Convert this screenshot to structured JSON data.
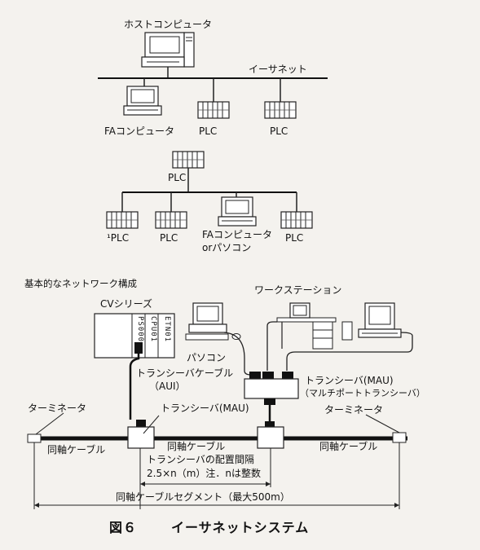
{
  "top": {
    "host": "ホストコンピュータ",
    "ethernet": "イーサネット",
    "fa_computer": "FAコンピュータ",
    "plc_a": "PLC",
    "plc_b": "PLC",
    "plc_sub": "PLC",
    "plc_b1": "¹PLC",
    "plc_b2": "PLC",
    "fa_or_line1": "FAコンピュータ",
    "fa_or_line2": "orパソコン",
    "plc_b4": "PLC"
  },
  "bottom": {
    "section_title": "基本的なネットワーク構成",
    "cv_series": "CVシリーズ",
    "module_labels": [
      "PS000",
      "CPU01",
      "ETN01"
    ],
    "workstation": "ワークステーション",
    "pasokon": "パソコン",
    "aui_cable": "トランシーバケーブル",
    "aui": "（AUI）",
    "mau_multi_line1": "トランシーバ(MAU)",
    "mau_multi_line2": "（マルチポートトランシーバ）",
    "terminator_left": "ターミネータ",
    "terminator_right": "ターミネータ",
    "transceiver_mau": "トランシーバ(MAU)",
    "coax_left": "同軸ケーブル",
    "coax_mid": "同軸ケーブル",
    "coax_right": "同軸ケーブル",
    "spacing_line1": "トランシーバの配置間隔",
    "spacing_line2": "2.5×n（m）注．nは整数",
    "segment": "同軸ケーブルセグメント（最大500m）"
  },
  "caption": {
    "figure_no": "図６",
    "title": "イーサネットシステム"
  }
}
